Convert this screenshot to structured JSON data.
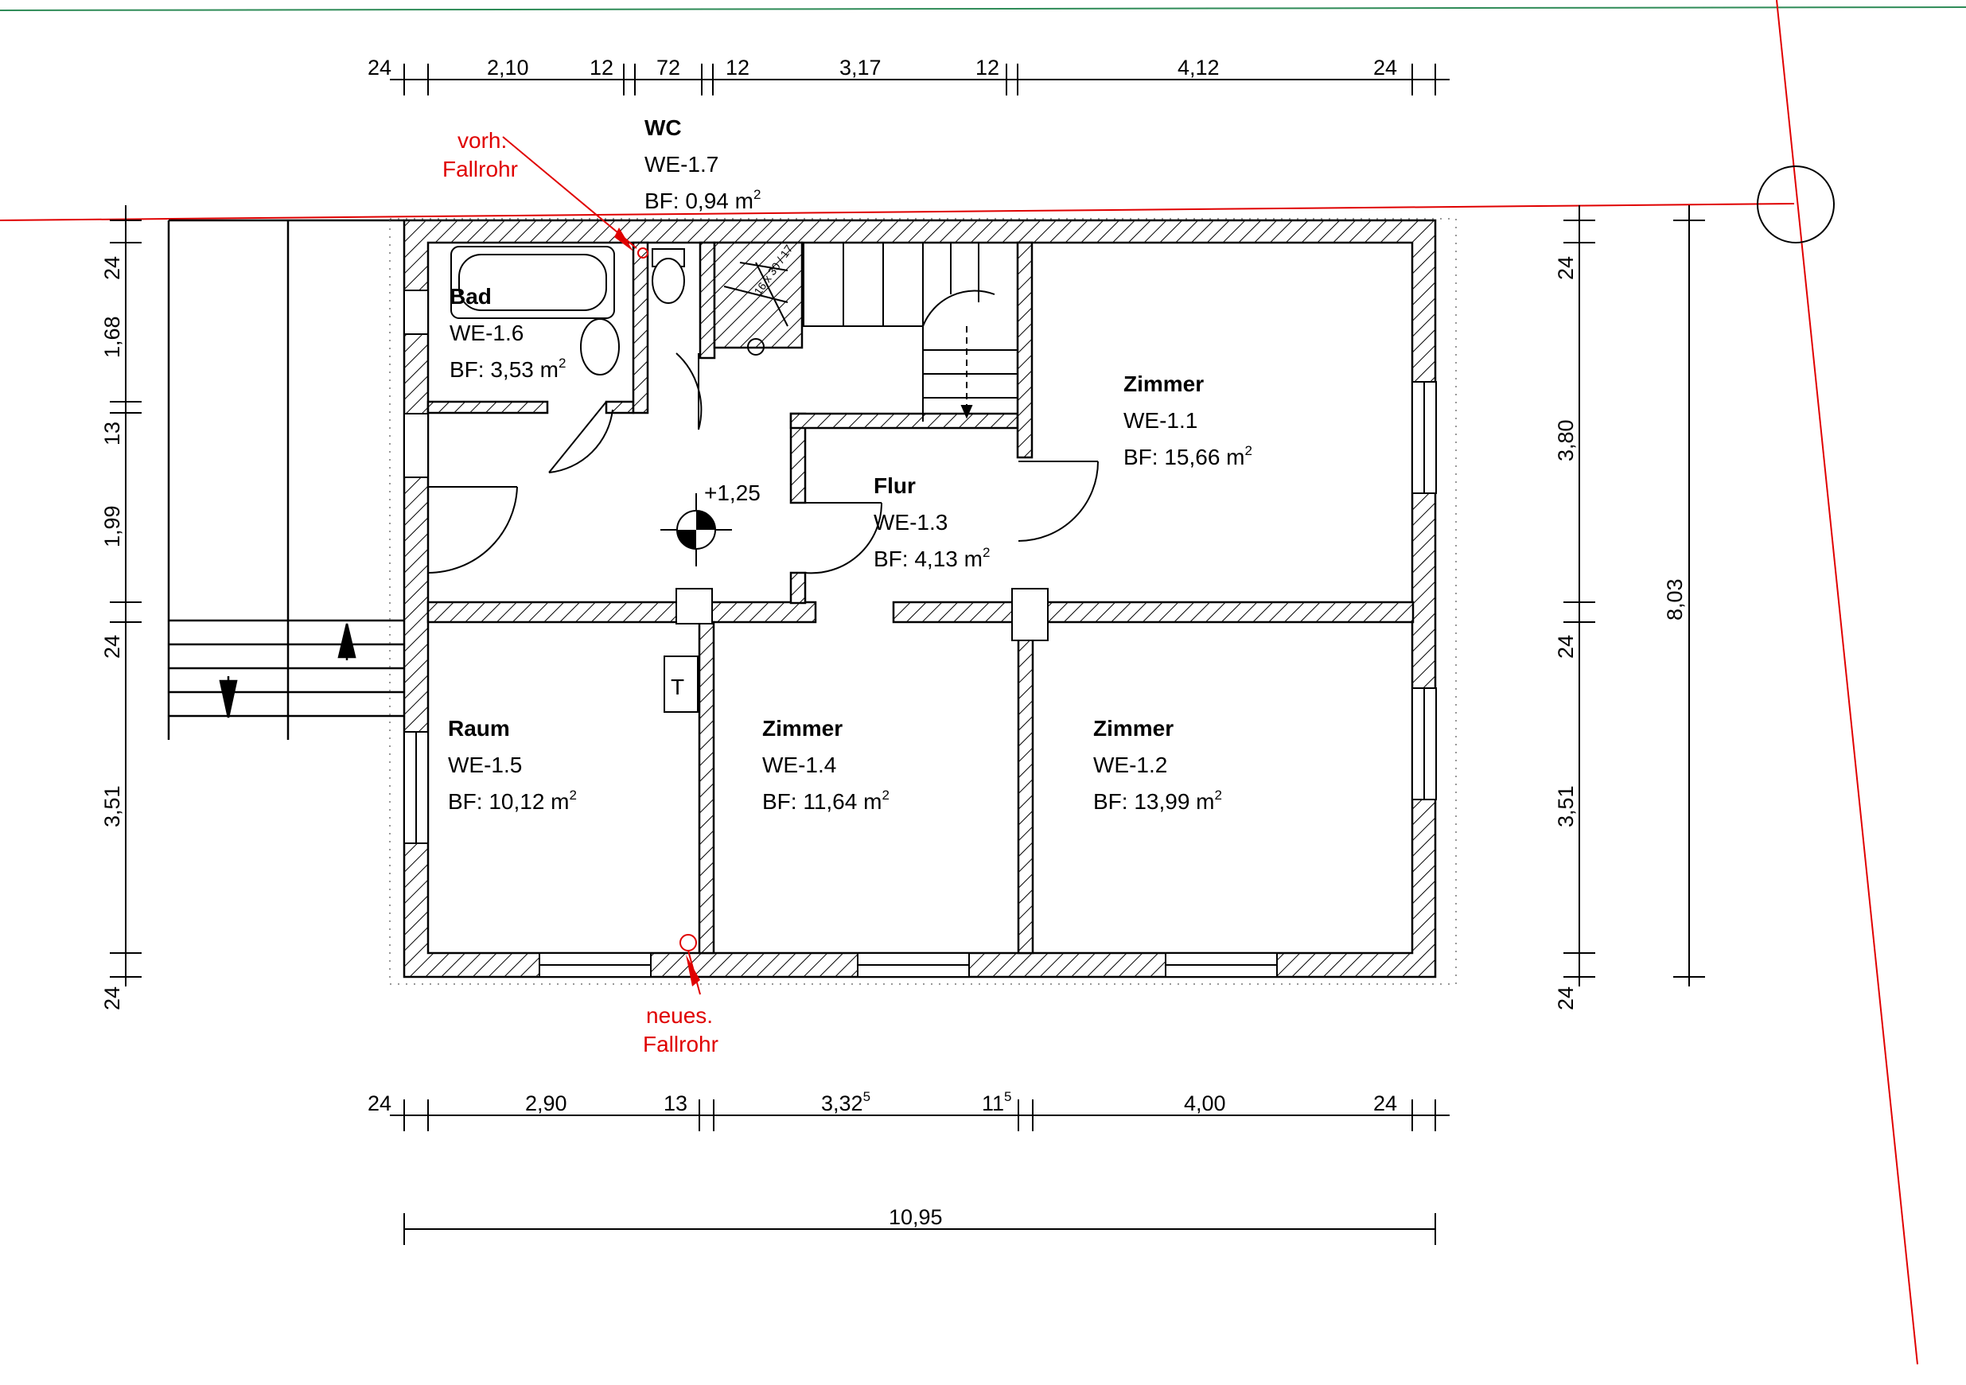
{
  "rooms": {
    "wc": {
      "name": "WC",
      "id": "WE-1.7",
      "area": "BF: 0,94 m",
      "sup": "2"
    },
    "bad": {
      "name": "Bad",
      "id": "WE-1.6",
      "area": "BF: 3,53 m",
      "sup": "2"
    },
    "flur": {
      "name": "Flur",
      "id": "WE-1.3",
      "area": "BF: 4,13 m",
      "sup": "2"
    },
    "zimmer11": {
      "name": "Zimmer",
      "id": "WE-1.1",
      "area": "BF: 15,66 m",
      "sup": "2"
    },
    "raum": {
      "name": "Raum",
      "id": "WE-1.5",
      "area": "BF: 10,12 m",
      "sup": "2"
    },
    "zimmer14": {
      "name": "Zimmer",
      "id": "WE-1.4",
      "area": "BF: 11,64 m",
      "sup": "2"
    },
    "zimmer12": {
      "name": "Zimmer",
      "id": "WE-1.2",
      "area": "BF: 13,99 m",
      "sup": "2"
    }
  },
  "annotations": {
    "old_pipe": [
      "vorh.",
      "Fallrohr"
    ],
    "new_pipe": [
      "neues.",
      "Fallrohr"
    ],
    "level": "+1,25",
    "symbol_t": "T",
    "stair_label": "16 x 30 / 17"
  },
  "dims_top": [
    "24",
    "2,10",
    "12",
    "72",
    "12",
    "3,17",
    "12",
    "4,12",
    "24"
  ],
  "dims_bottom": {
    "a": "24",
    "b": "2,90",
    "c": "13",
    "d": "3,32",
    "d_sup": "5",
    "e": "11",
    "e_sup": "5",
    "f": "4,00",
    "g": "24"
  },
  "dim_total": "10,95",
  "dims_left": [
    "24",
    "1,68",
    "13",
    "1,99",
    "24",
    "3,51",
    "24"
  ],
  "dims_right": [
    "24",
    "3,80",
    "24",
    "3,51",
    "24"
  ],
  "dim_right_total": "8,03",
  "colors": {
    "red": "#e00000",
    "green": "#2e8b57",
    "line": "#000000",
    "wall_fill": "#ffffff"
  }
}
